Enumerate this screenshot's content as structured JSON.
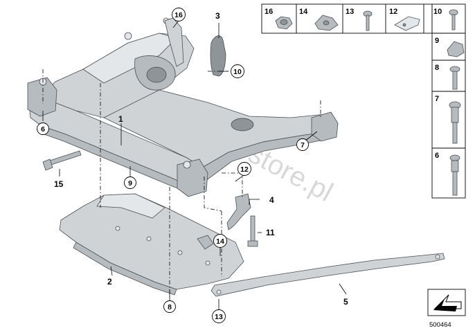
{
  "callouts": {
    "c1": "1",
    "c2": "2",
    "c3": "3",
    "c4": "4",
    "c5": "5",
    "c6": "6",
    "c7": "7",
    "c8": "8",
    "c9": "9",
    "c10": "10",
    "c11": "11",
    "c12": "12",
    "c13": "13",
    "c14": "14",
    "c15": "15",
    "c16": "16"
  },
  "hardware_table": {
    "top_row": [
      "16",
      "14",
      "13",
      "12",
      "10"
    ],
    "column": [
      "9",
      "8",
      "7",
      "6"
    ]
  },
  "watermark": "www.BMWstore.pl",
  "reference_number": "500464",
  "colors": {
    "line": "#000000",
    "part_fill": "#cfd3d6",
    "part_shade": "#8e9498"
  }
}
